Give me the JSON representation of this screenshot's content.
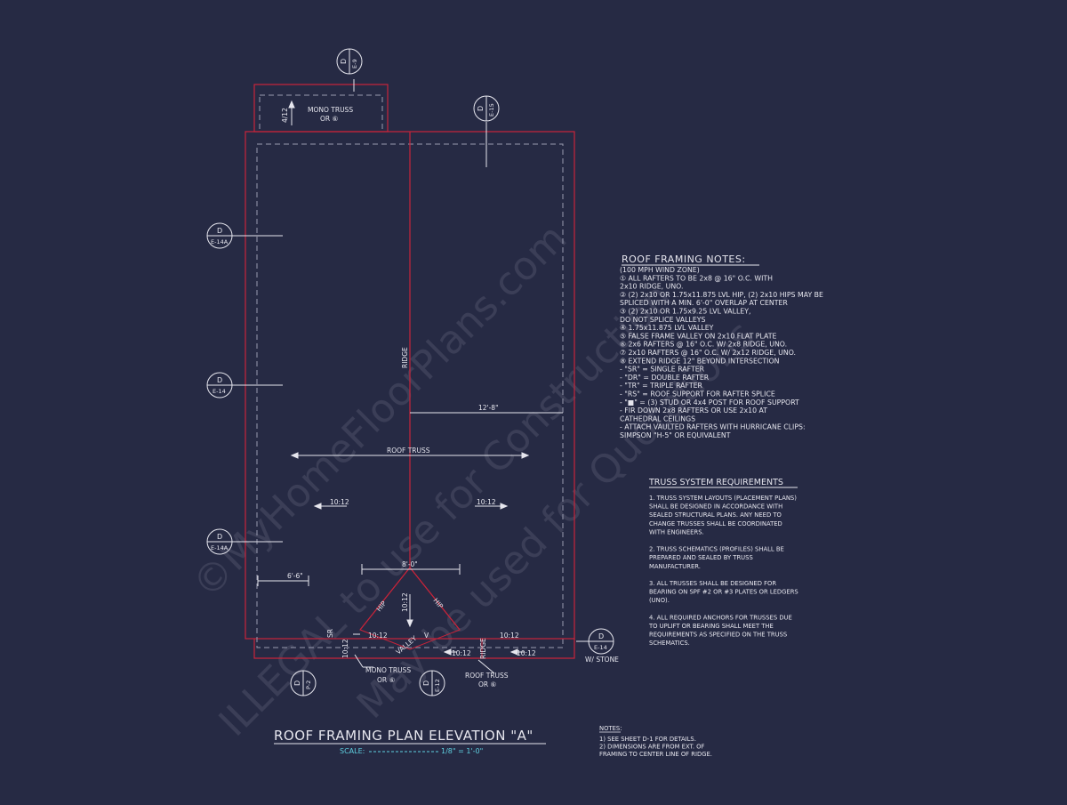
{
  "colors": {
    "background": "#262a44",
    "wall_red": "#c8243a",
    "line_white": "#e6e6ee",
    "dash_gray": "#9a9cb0",
    "scale_cyan": "#5fd0e0",
    "watermark": "#5a5d75"
  },
  "watermark": {
    "line1": "©MyHomeFloorPlans.com",
    "line2": "ILLEGAL to use for Construction",
    "line3": "May be used for Quotations"
  },
  "callouts": {
    "top_left": {
      "letter": "D",
      "sheet": "E-9"
    },
    "top_right": {
      "letter": "D",
      "sheet": "E-15"
    },
    "left_upper": {
      "letter": "D",
      "sheet": "E-14A"
    },
    "left_mid": {
      "letter": "D",
      "sheet": "E-14"
    },
    "left_lower": {
      "letter": "D",
      "sheet": "E-14A"
    },
    "right_bottom": {
      "letter": "D",
      "sheet": "E-14"
    },
    "bottom_left": {
      "letter": "D",
      "sheet": "P-2"
    },
    "bottom_mid": {
      "letter": "D",
      "sheet": "E-12"
    }
  },
  "labels": {
    "mono_truss_top": "MONO TRUSS",
    "mono_truss_top_ref": "OR ⑥",
    "dim_top_small": "4/12",
    "ridge": "RIDGE",
    "dim_12_8": "12'-8\"",
    "roof_truss": "ROOF TRUSS",
    "pitch_left": "10:12",
    "pitch_right": "10:12",
    "dim_8_0": "8'-0\"",
    "dim_6_6": "6'-6\"",
    "hip_left": "HIP",
    "hip_right": "HIP",
    "pitch_center": "10:12",
    "valley": "VALLEY",
    "pitch_b1": "10:12",
    "pitch_b2": "10:12",
    "pitch_b3": "10:12",
    "pitch_b4": "10:12",
    "pitch_b5": "10:12",
    "ridge_small": "RIDGE",
    "sr_left": "SR",
    "v_mark": "V",
    "mono_truss_bottom": "MONO TRUSS",
    "mono_truss_bottom_ref": "OR ⑥",
    "roof_truss_bottom": "ROOF TRUSS",
    "roof_truss_bottom_ref": "OR ⑥",
    "w_stone": "W/ STONE"
  },
  "roof_notes": {
    "title": "ROOF FRAMING NOTES:",
    "lines": [
      "  (100 MPH WIND ZONE)",
      "① ALL RAFTERS TO BE 2x8 @ 16\" O.C. WITH",
      "   2x10 RIDGE, UNO.",
      "② (2) 2x10 OR 1.75x11.875 LVL HIP, (2) 2x10 HIPS MAY BE",
      "   SPLICED WITH A MIN. 6'-0\" OVERLAP AT CENTER",
      "③ (2) 2x10 OR 1.75x9.25 LVL VALLEY,",
      "   DO NOT SPLICE VALLEYS",
      "④ 1.75x11.875 LVL VALLEY",
      "⑤ FALSE FRAME VALLEY ON 2x10 FLAT PLATE",
      "⑥ 2x6 RAFTERS @ 16\" O.C. W/ 2x8 RIDGE, UNO.",
      "⑦ 2x10 RAFTERS @ 16\" O.C. W/ 2x12 RIDGE, UNO.",
      "⑧ EXTEND RIDGE 12\" BEYOND INTERSECTION",
      "-  \"SR\" = SINGLE RAFTER",
      "-  \"DR\" = DOUBLE RAFTER",
      "-  \"TR\" = TRIPLE RAFTER",
      "-  \"RS\" = ROOF SUPPORT FOR RAFTER SPLICE",
      "-  \"■\"  = (3) STUD OR 4x4 POST FOR ROOF SUPPORT",
      "-  FIR DOWN 2x8 RAFTERS OR USE 2x10 AT",
      "   CATHEDRAL CEILINGS",
      "-  ATTACH VAULTED RAFTERS WITH HURRICANE CLIPS:",
      "   SIMPSON \"H-5\" OR EQUIVALENT"
    ]
  },
  "truss_requirements": {
    "title": "TRUSS SYSTEM REQUIREMENTS",
    "lines": [
      "1. TRUSS SYSTEM LAYOUTS (PLACEMENT PLANS)",
      "SHALL BE DESIGNED IN ACCORDANCE WITH",
      "SEALED STRUCTURAL PLANS. ANY NEED TO",
      "CHANGE TRUSSES SHALL BE COORDINATED",
      "WITH ENGINEERS.",
      "",
      "2. TRUSS SCHEMATICS (PROFILES) SHALL BE",
      "PREPARED AND SEALED BY TRUSS",
      "MANUFACTURER.",
      "",
      "3. ALL TRUSSES SHALL BE DESIGNED FOR",
      "BEARING ON SPF #2 OR #3 PLATES OR LEDGERS",
      "(UNO).",
      "",
      "4. ALL REQUIRED ANCHORS FOR TRUSSES DUE",
      "TO UPLIFT OR BEARING SHALL MEET THE",
      "REQUIREMENTS AS SPECIFIED ON THE TRUSS",
      "SCHEMATICS."
    ]
  },
  "title_block": {
    "title": "ROOF FRAMING PLAN ELEVATION \"A\"",
    "scale_label": "SCALE:",
    "scale_value": "1/8\" = 1'-0\""
  },
  "footer_notes": {
    "title": "NOTES:",
    "lines": [
      "1)  SEE SHEET D-1 FOR DETAILS.",
      "2)  DIMENSIONS ARE FROM EXT. OF",
      "     FRAMING TO CENTER LINE OF RIDGE."
    ]
  }
}
